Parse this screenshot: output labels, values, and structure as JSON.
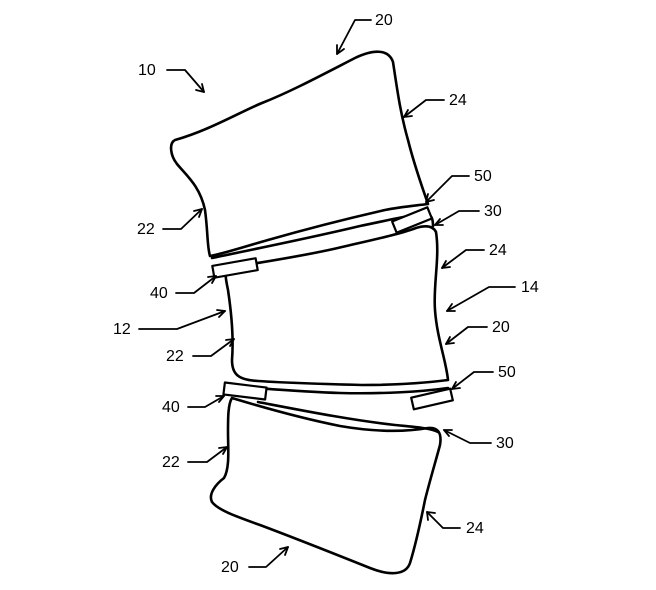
{
  "labels": {
    "assembly": "10",
    "vertebra_middle": "12",
    "disc_space": "14",
    "vertebral_body": "20",
    "anterior_wall": "22",
    "posterior_wall": "24",
    "endplate_gap": "30",
    "anterior_implant": "40",
    "posterior_implant": "50"
  }
}
